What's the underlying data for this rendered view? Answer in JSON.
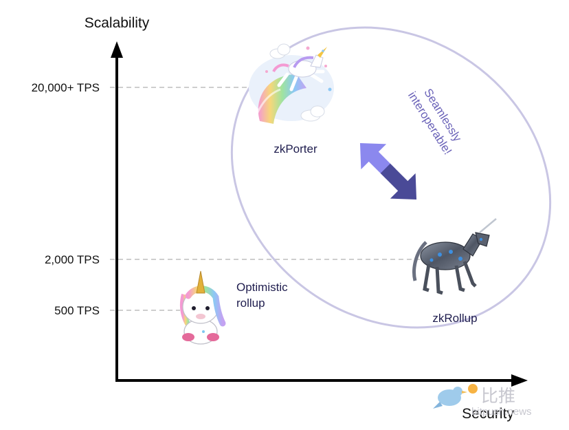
{
  "axes": {
    "y_title": "Scalability",
    "x_title": "Security",
    "y_ticks": [
      "20,000+ TPS",
      "2,000 TPS",
      "500 TPS"
    ]
  },
  "items": {
    "zkporter": "zkPorter",
    "optimistic": [
      "Optimistic",
      "rollup"
    ],
    "zkrollup": "zkRollup"
  },
  "note": [
    "Seamlessly",
    "interoperable!"
  ],
  "watermark": {
    "cn": "比推",
    "en": "bitpush.news"
  },
  "colors": {
    "axis": "#000000",
    "guide": "#bdbdbd",
    "ellipse": "#c9c6e4",
    "arrow_light": "#8b88ee",
    "arrow_dark": "#4a4a97",
    "text_dark": "#1f1d4e",
    "note": "#6a62b8"
  },
  "icons": {
    "zkporter": "rainbow-unicorn-icon",
    "optimistic": "plush-unicorn-icon",
    "zkrollup": "robot-unicorn-icon",
    "watermark": "bird-logo-icon"
  }
}
